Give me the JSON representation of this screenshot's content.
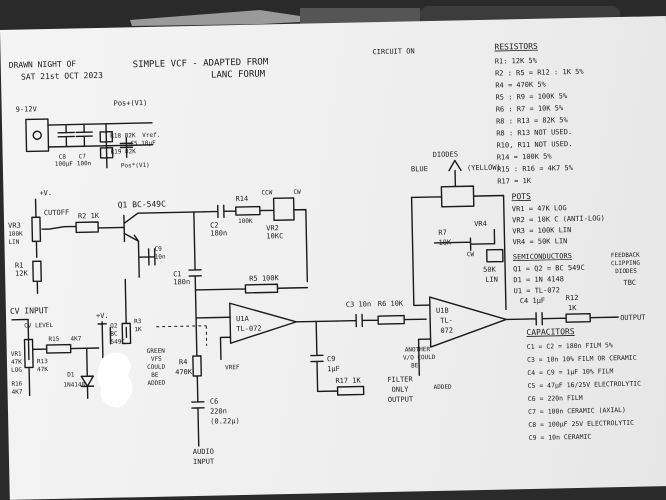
{
  "header": {
    "drawn": "DRAWN NIGHT OF",
    "date": "SAT 21st OCT 2023",
    "title": "SIMPLE VCF - ADAPTED FROM",
    "title2": "LANC FORUM",
    "circuit_on": "CIRCUIT ON"
  },
  "power": {
    "v_in": "9-12V",
    "c8": "C8",
    "c8v": "100μF",
    "c7": "C7",
    "c7v": "100n",
    "pos": "Pos+(V1)",
    "r18": "R18 82K",
    "r19": "R19 82K",
    "c5": "C5 10μF",
    "vref": "Vref.",
    "pos2": "Pos*(V1)"
  },
  "labels": {
    "plus_v1": "+V.",
    "cutoff": "CUTOFF",
    "vr3": "VR3",
    "vr3v": "100K",
    "vr3t": "LIN",
    "r1": "R1",
    "r1v": "12K",
    "r2": "R2 1K",
    "q1": "Q1 BC-549C",
    "c9": "C9",
    "c9v": "10n",
    "c2": "C2",
    "c2v": "180n",
    "r14": "R14",
    "r14v": "100K",
    "vr2": "VR2",
    "vr2v": "10KC",
    "ccw": "CCW",
    "cw": "CW",
    "c1": "C1",
    "c1v": "180n",
    "r5": "R5 100K",
    "plus_v2": "+V.",
    "q2": "Q2",
    "q2b": "BC",
    "q2c": "549C",
    "r3": "R3",
    "r3v": "1K",
    "cv_input": "CV INPUT",
    "cv_level": "CV LEVEL",
    "vr1": "VR1",
    "vr1v": "47K",
    "vr1t": "LOG",
    "r15": "R15",
    "r15v": "4K7",
    "r13": "R13",
    "r13v": "47K",
    "r16": "R16",
    "r16v": "4K7",
    "d1": "D1",
    "d1v": "1N4148",
    "green": "GREEN",
    "vfs": "VFS",
    "could": "COULD",
    "be": "BE",
    "added": "ADDED",
    "r4": "R4",
    "r4v": "470K",
    "u1a": "U1A",
    "u1at": "TL-072",
    "vref1": "VREF",
    "c6": "C6",
    "c6v": "220n",
    "c6t": "(0.22μ)",
    "audio": "AUDIO",
    "input": "INPUT",
    "c3": "C3 10n",
    "r6": "R6 10K",
    "c9b": "C9",
    "c9bv": "1μF",
    "r17": "R17 1K",
    "filter": "FILTER",
    "only": "ONLY",
    "output": "OUTPUT",
    "u1b": "U1B",
    "u1bt": "TL-",
    "u1bt2": "072",
    "another": "ANOTHER",
    "vfo": "V/O COULD",
    "be2": "BE",
    "added2": "ADDED",
    "diodes": "DIODES",
    "blue": "BLUE",
    "yellow": "(YELLOW)",
    "r7": "R7",
    "r7v": "10K",
    "vr4": "VR4",
    "vr4v": "50K",
    "vr4t": "LIN",
    "cw2": "CW",
    "c4": "C4 1μF",
    "r12": "R12",
    "r12v": "1K",
    "out": "OUTPUT"
  },
  "bom": {
    "resistors_title": "RESISTORS",
    "resistors": [
      "R1: 12K 5%",
      "R2 : R5 = R12 : 1K 5%",
      "R4 = 470K 5%",
      "R5 : R9 = 100K 5%",
      "R6 : R7 = 10K 5%",
      "R8 : R13 = 82K 5%",
      "R8 : R13 NOT USED.",
      "R10, R11 NOT USED.",
      "R14 = 100K 5%",
      "R15 : R16 = 4K7 5%",
      "R17 = 1K"
    ],
    "pots_title": "POTS",
    "pots": [
      "VR1 = 47K LOG",
      "VR2 = 10K C (ANTI-LOG)",
      "VR3 = 100K LIN",
      "VR4 = 50K LIN"
    ],
    "semis_title": "SEMICONDUCTORS",
    "semis": [
      "Q1 = Q2 = BC 549C",
      "D1 = 1N 4148",
      "U1 = TL-072"
    ],
    "feedback": "FEEDBACK",
    "clipping": "CLIPPING",
    "diodes": "DIODES",
    "tbc": "TBC",
    "caps_title": "CAPACITORS",
    "caps": [
      "C1 = C2 = 180n FILM 5%",
      "C3 = 10n 10% FILM OR CERAMIC",
      "C4 = C9 = 1μF 10% FILM",
      "C5 = 47μF 16/25V ELECTROLYTIC",
      "C6 = 220n FILM",
      "C7 = 100n CERAMIC (AXIAL)",
      "C8 = 100μF 25V ELECTROLYTIC",
      "C9 = 10n CERAMIC"
    ]
  }
}
